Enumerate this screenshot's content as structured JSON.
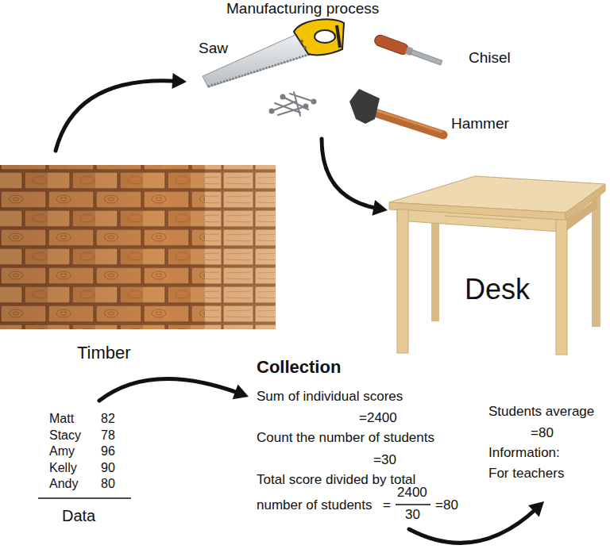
{
  "diagram": {
    "nodes": [
      {
        "text": [
          "Manufacturing process"
        ]
      },
      {
        "text": [
          "Timber"
        ]
      },
      {
        "text": [
          "Desk"
        ]
      },
      {
        "text": [
          "Matt",
          "82",
          "Stacy",
          "78",
          "Amy",
          "96",
          "Kelly",
          "90",
          "Andy",
          "80",
          "Data"
        ]
      },
      {
        "text": [
          "Collection",
          "Sum of individual scores",
          "=2400",
          "Count the number of students",
          "=30",
          "Total score divided by total",
          "number of students",
          "=",
          "2400",
          "30",
          "=80"
        ]
      },
      {
        "text": [
          "Students average",
          "=80",
          "Information:",
          "For teachers"
        ]
      }
    ],
    "edges": [
      {
        "from": 1,
        "to": 0,
        "arrow": "to"
      },
      {
        "from": 0,
        "to": 2,
        "arrow": "to"
      },
      {
        "from": 3,
        "to": 4,
        "arrow": "to"
      },
      {
        "from": 4,
        "to": 5,
        "arrow": "to"
      }
    ],
    "labels": [
      "Saw",
      "Chisel",
      "Hammer"
    ]
  }
}
